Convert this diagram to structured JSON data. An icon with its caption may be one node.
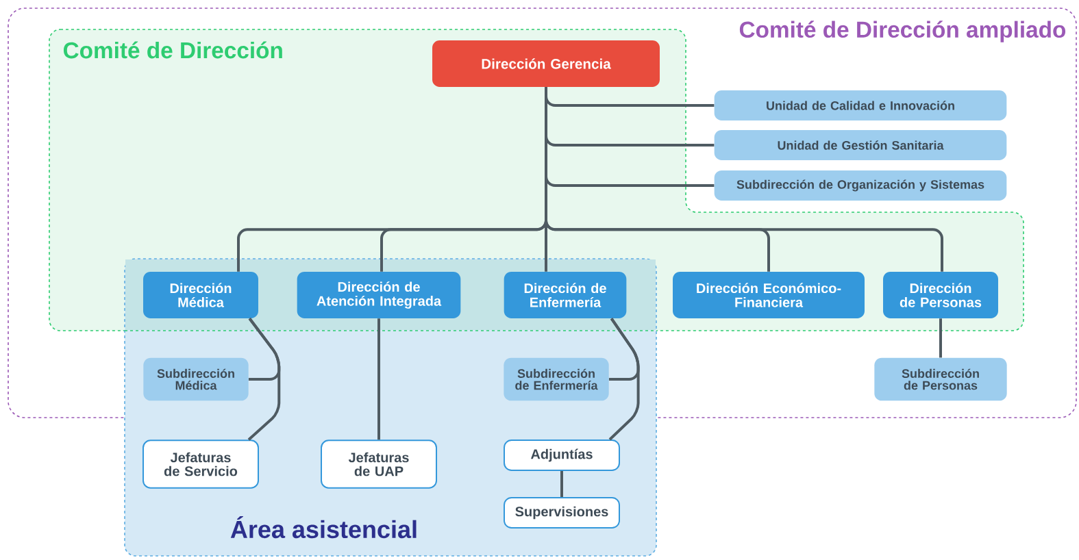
{
  "diagram": {
    "nodes": [
      {
        "text": [
          "Comité de Dirección ampliado"
        ]
      },
      {
        "text": [
          "Comité de Dirección"
        ],
        "in": 0
      },
      {
        "text": [
          "Área asistencial"
        ]
      },
      {
        "text": [
          "Dirección Gerencia"
        ],
        "in": 1
      },
      {
        "text": [
          "Unidad de Calidad e Innovación"
        ],
        "in": 0
      },
      {
        "text": [
          "Unidad de Gestión Sanitaria"
        ],
        "in": 0
      },
      {
        "text": [
          "Subdirección de Organización y Sistemas"
        ],
        "in": 0
      },
      {
        "text": [
          "Dirección Médica"
        ]
      },
      {
        "text": [
          "Dirección de Atención Integrada"
        ]
      },
      {
        "text": [
          "Dirección de Enfermería"
        ]
      },
      {
        "text": [
          "Dirección Económico-Financiera"
        ],
        "in": 1
      },
      {
        "text": [
          "Dirección de Personas"
        ],
        "in": 1
      },
      {
        "text": [
          "Subdirección Médica"
        ]
      },
      {
        "text": [
          "Subdirección de Enfermería"
        ]
      },
      {
        "text": [
          "Subdirección de Personas"
        ],
        "in": 0
      },
      {
        "text": [
          "Jefaturas de Servicio"
        ],
        "in": 2
      },
      {
        "text": [
          "Jefaturas de UAP"
        ],
        "in": 2
      },
      {
        "text": [
          "Adjuntías"
        ],
        "in": 2
      },
      {
        "text": [
          "Supervisiones"
        ],
        "in": 2
      }
    ],
    "edges": [
      {
        "from": 3,
        "to": 4,
        "arrow": "none"
      },
      {
        "from": 3,
        "to": 5,
        "arrow": "none"
      },
      {
        "from": 3,
        "to": 6,
        "arrow": "none"
      },
      {
        "from": 3,
        "to": 7,
        "arrow": "none"
      },
      {
        "from": 3,
        "to": 8,
        "arrow": "none"
      },
      {
        "from": 3,
        "to": 9,
        "arrow": "none"
      },
      {
        "from": 3,
        "to": 10,
        "arrow": "none"
      },
      {
        "from": 3,
        "to": 11,
        "arrow": "none"
      },
      {
        "from": 7,
        "to": 12,
        "arrow": "none"
      },
      {
        "from": 7,
        "to": 15,
        "arrow": "none"
      },
      {
        "from": 8,
        "to": 16,
        "arrow": "none"
      },
      {
        "from": 9,
        "to": 13,
        "arrow": "none"
      },
      {
        "from": 9,
        "to": 17,
        "arrow": "none"
      },
      {
        "from": 17,
        "to": 18,
        "arrow": "none"
      },
      {
        "from": 11,
        "to": 14,
        "arrow": "none"
      }
    ]
  }
}
